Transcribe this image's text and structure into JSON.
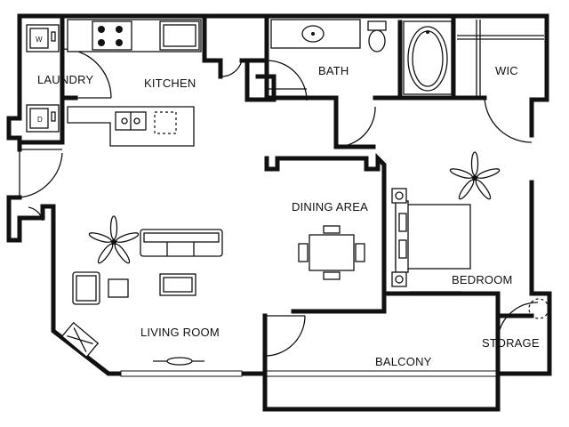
{
  "rooms": {
    "laundry": "LAUNDRY",
    "kitchen": "KITCHEN",
    "bath": "BATH",
    "wic": "WIC",
    "dining": "DINING AREA",
    "bedroom": "BEDROOM",
    "living": "LIVING ROOM",
    "balcony": "BALCONY",
    "storage": "STORAGE"
  },
  "appliances": {
    "washer": "W",
    "dryer": "D"
  }
}
